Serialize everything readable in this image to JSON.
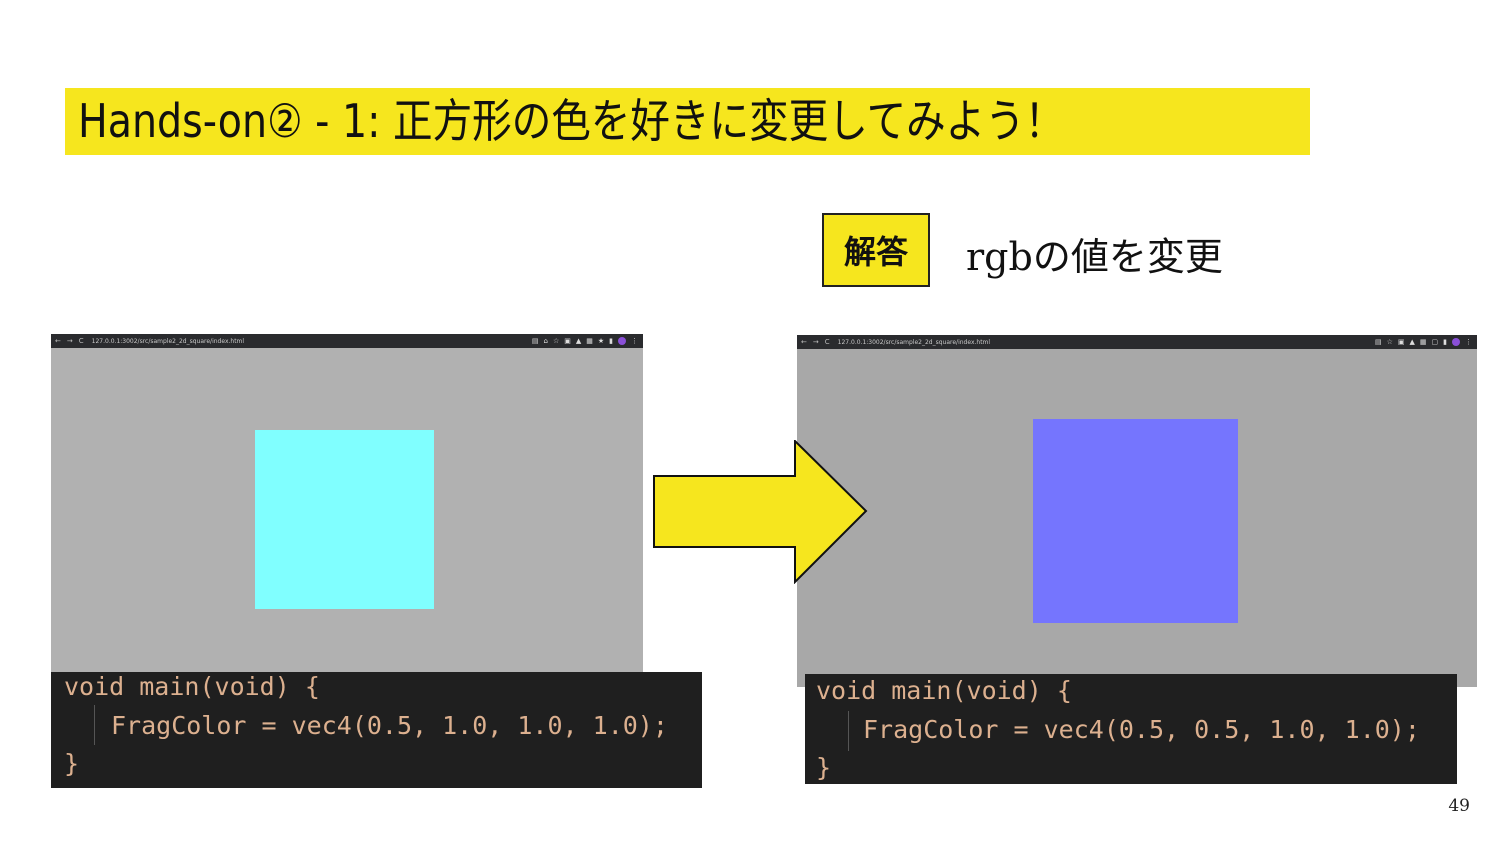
{
  "slide": {
    "title": "Hands-on② - 1: 正方形の色を好きに変更してみよう！",
    "answer_label": "解答",
    "answer_text": "rgbの値を変更",
    "page_number": "49"
  },
  "colors": {
    "highlight": "#f6e61e",
    "left_square": "#80ffff",
    "right_square": "#7575fe",
    "canvas_bg": "#b1b1b1",
    "code_bg": "#1f1f1f",
    "code_text": "#dcb08f"
  },
  "browser_left": {
    "url": "127.0.0.1:3002/src/sample2_2d_square/index.html",
    "nav_icons": [
      "←",
      "→",
      "C"
    ],
    "ext_icons": [
      "▤",
      "⌂",
      "☆",
      "▣",
      "▲",
      "▦",
      "★",
      "▮"
    ]
  },
  "browser_right": {
    "url": "127.0.0.1:3002/src/sample2_2d_square/index.html",
    "nav_icons": [
      "←",
      "→",
      "C"
    ],
    "ext_icons": [
      "▤",
      "☆",
      "▣",
      "▲",
      "▦",
      "▢",
      "▮"
    ]
  },
  "code_left": {
    "line1": "void main(void) {",
    "line2": "FragColor = vec4(0.5, 1.0, 1.0, 1.0);",
    "line3": "}"
  },
  "code_right": {
    "line1": "void main(void) {",
    "line2": "FragColor = vec4(0.5, 0.5, 1.0, 1.0);",
    "line3": "}"
  }
}
